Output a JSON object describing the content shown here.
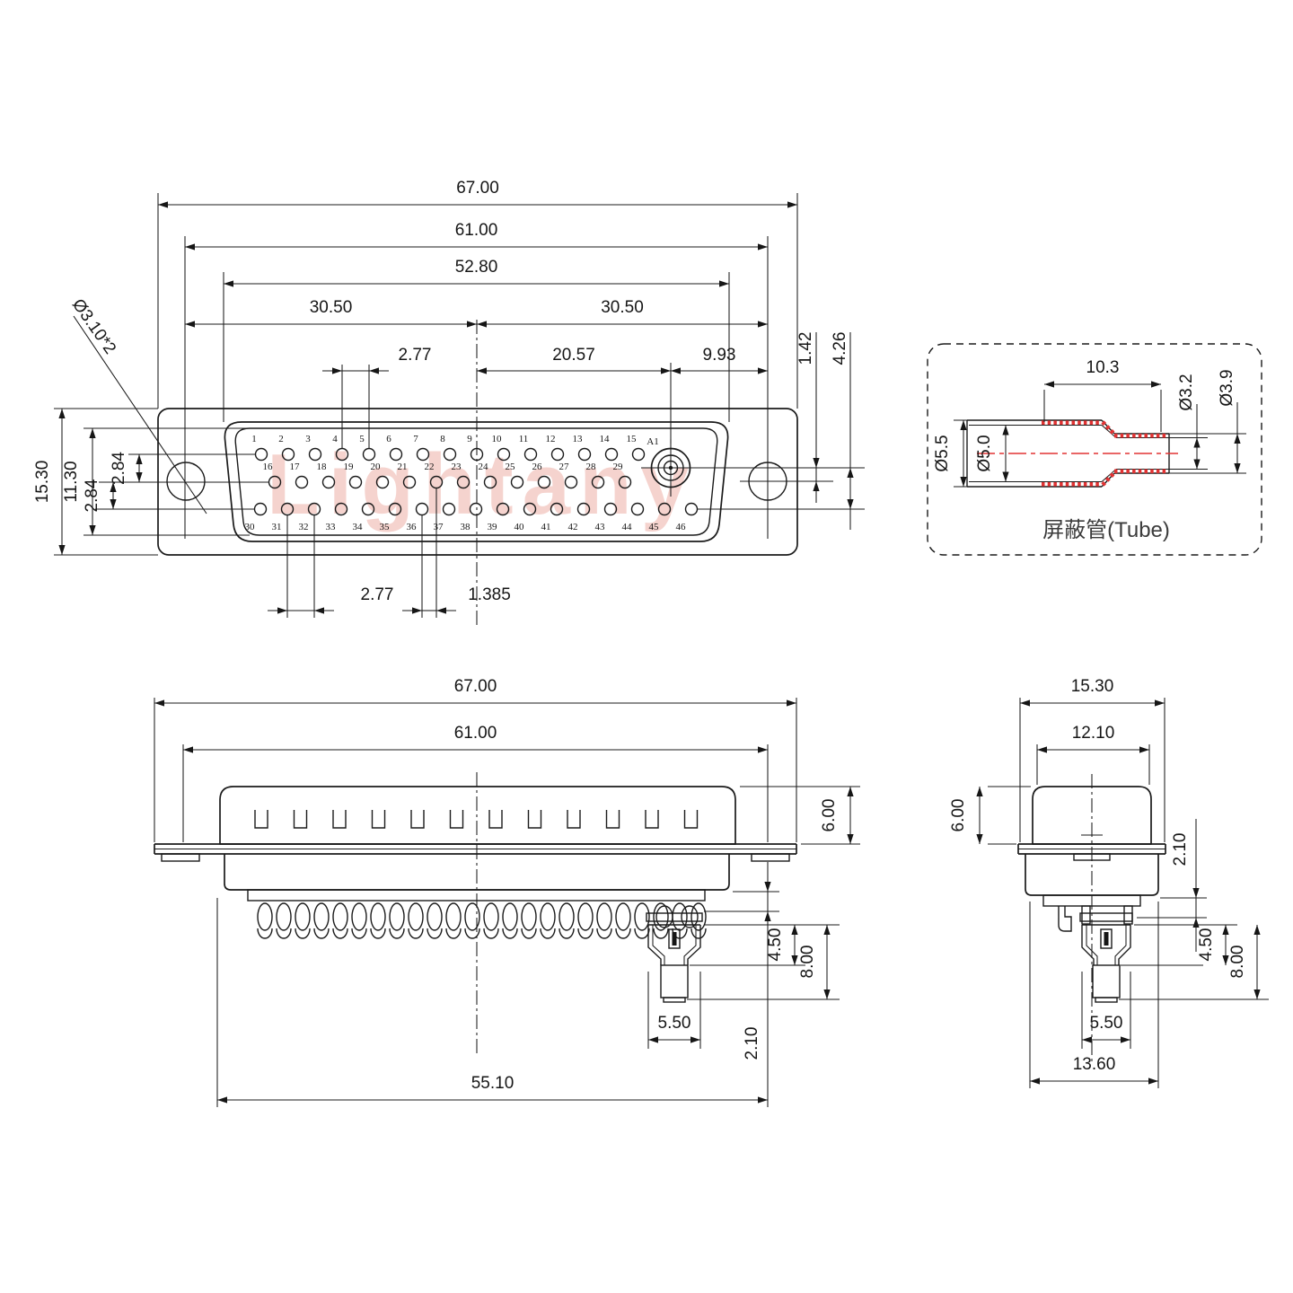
{
  "watermark": "Lightany",
  "front_view": {
    "dims": {
      "overall_width": "67.00",
      "mount_hole_span": "61.00",
      "body_width": "52.80",
      "half_left": "30.50",
      "half_right": "30.50",
      "pitch_top": "2.77",
      "center_to_coax": "20.57",
      "coax_to_hole": "9.93",
      "coax_offset": "1.42",
      "coax_to_row3": "4.26",
      "flange_height": "15.30",
      "body_height": "11.30",
      "row_gap_upper": "2.84",
      "row_gap_lower": "2.84",
      "pitch_bottom": "2.77",
      "half_pitch": "1.385",
      "hole_note": "Ø3.10*2"
    },
    "pins": {
      "row1": [
        "1",
        "2",
        "3",
        "4",
        "5",
        "6",
        "7",
        "8",
        "9",
        "10",
        "11",
        "12",
        "13",
        "14",
        "15"
      ],
      "row2": [
        "16",
        "17",
        "18",
        "19",
        "20",
        "21",
        "22",
        "23",
        "24",
        "25",
        "26",
        "27",
        "28",
        "29"
      ],
      "row3": [
        "30",
        "31",
        "32",
        "33",
        "34",
        "35",
        "36",
        "37",
        "38",
        "39",
        "40",
        "41",
        "42",
        "43",
        "44",
        "45",
        "46"
      ],
      "coax_label": "A1"
    }
  },
  "tube_view": {
    "length": "10.3",
    "inner_small": "Ø3.2",
    "outer_small": "Ø3.9",
    "outer_big": "Ø5.5",
    "inner_big": "Ø5.0",
    "caption": "屏蔽管(Tube)"
  },
  "side_view": {
    "dims": {
      "overall_width": "67.00",
      "mount_hole_span": "61.00",
      "shell_height": "6.00",
      "coax_step": "2.10",
      "barrel_upper": "4.50",
      "barrel_total": "8.00",
      "barrel_width": "5.50",
      "body_length": "55.10"
    }
  },
  "end_view": {
    "dims": {
      "flange_width": "15.30",
      "shell_width": "12.10",
      "shell_height": "6.00",
      "coax_step": "2.10",
      "barrel_upper": "4.50",
      "barrel_total": "8.00",
      "barrel_width": "5.50",
      "body_width": "13.60"
    }
  }
}
